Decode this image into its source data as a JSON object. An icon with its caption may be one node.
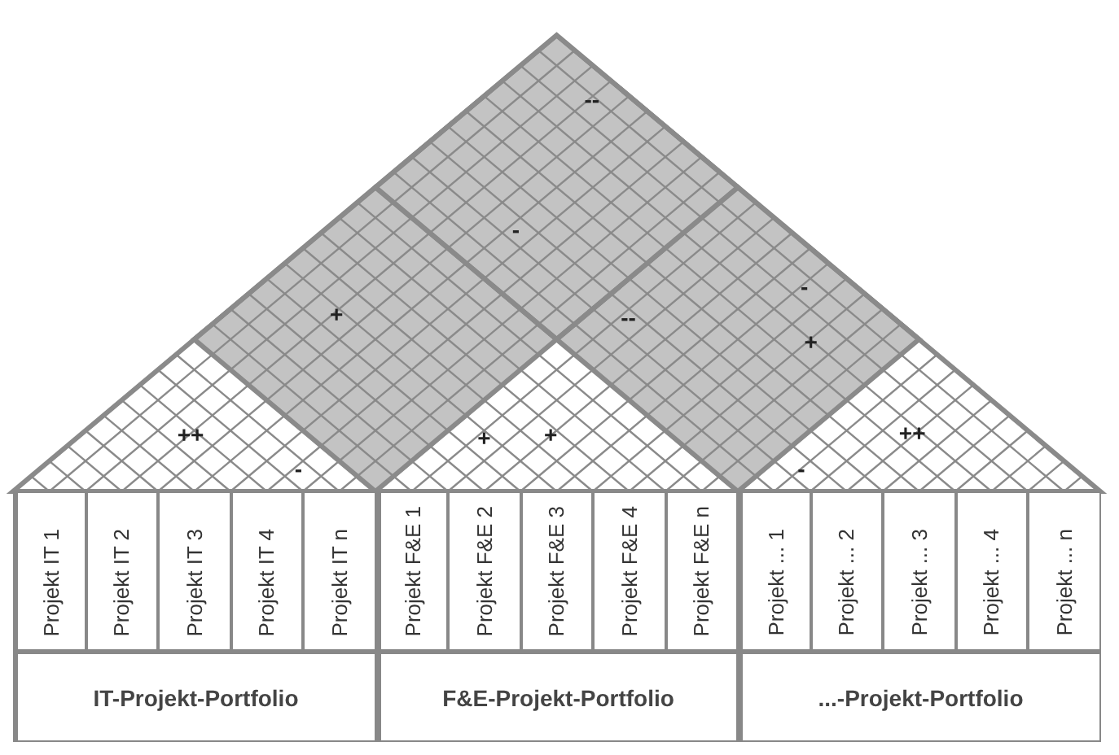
{
  "diagram": {
    "nodes": [
      {
        "text": [
          "Projekt IT 1"
        ]
      },
      {
        "text": [
          "Projekt IT 2"
        ]
      },
      {
        "text": [
          "Projekt IT 3"
        ]
      },
      {
        "text": [
          "Projekt IT 4"
        ]
      },
      {
        "text": [
          "Projekt IT n"
        ]
      },
      {
        "text": [
          "Projekt F&E 1"
        ]
      },
      {
        "text": [
          "Projekt F&E 2"
        ]
      },
      {
        "text": [
          "Projekt F&E 3"
        ]
      },
      {
        "text": [
          "Projekt F&E 4"
        ]
      },
      {
        "text": [
          "Projekt F&E n"
        ]
      },
      {
        "text": [
          "Projekt ... 1"
        ]
      },
      {
        "text": [
          "Projekt ... 2"
        ]
      },
      {
        "text": [
          "Projekt ... 3"
        ]
      },
      {
        "text": [
          "Projekt ... 4"
        ]
      },
      {
        "text": [
          "Projekt ... n"
        ]
      },
      {
        "text": [
          "IT-Projekt-Portfolio"
        ]
      },
      {
        "text": [
          "F&E-Projekt-Portfolio"
        ]
      },
      {
        "text": [
          "...-Projekt-Portfolio"
        ]
      }
    ],
    "labels": [
      "--",
      "-",
      "+",
      "--",
      "-",
      "+",
      "++",
      "+",
      "+",
      "++",
      "-",
      "-"
    ]
  }
}
